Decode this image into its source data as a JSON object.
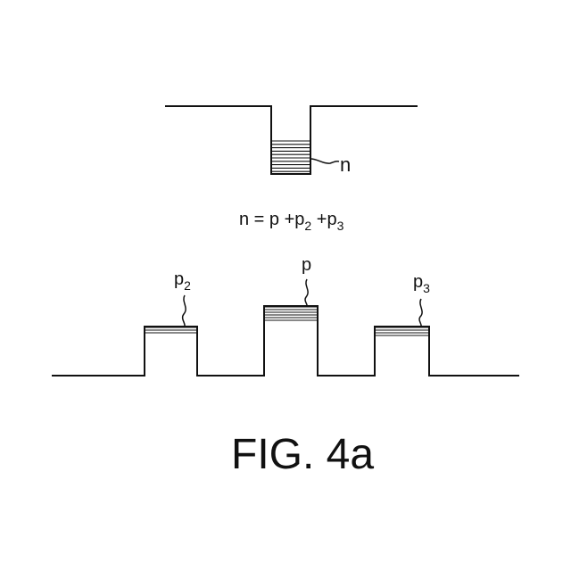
{
  "figure": {
    "caption": "FIG. 4a",
    "equation": {
      "lhs": "n",
      "eq": " = ",
      "p": "p",
      "plus": " +",
      "p2": "p",
      "p2_sub": "2",
      "p3": "p",
      "p3_sub": "3"
    },
    "well": {
      "label": "n",
      "fill_lines": 10
    },
    "pillars": [
      {
        "label": "p",
        "subscript": "2",
        "fill_lines": 3
      },
      {
        "label": "p",
        "subscript": "",
        "fill_lines": 6
      },
      {
        "label": "p",
        "subscript": "3",
        "fill_lines": 4
      }
    ]
  },
  "colors": {
    "line": "#111111",
    "background": "#ffffff"
  }
}
